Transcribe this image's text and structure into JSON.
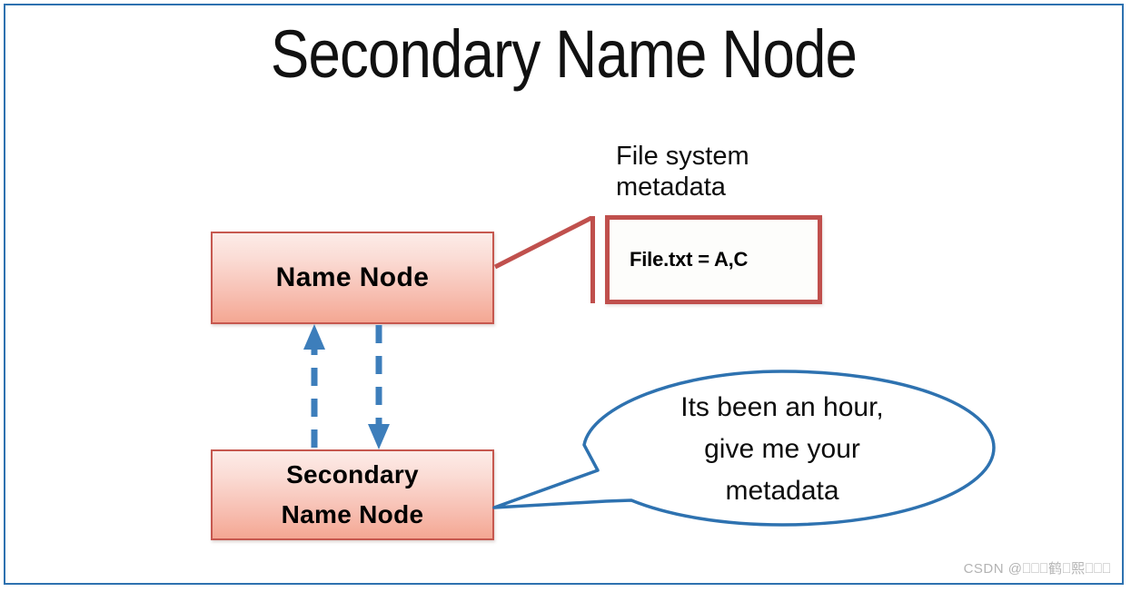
{
  "slide": {
    "title": "Secondary Name Node",
    "border_color": "#2e72b0",
    "background": "#ffffff"
  },
  "nodes": {
    "name_node": {
      "label": "Name Node",
      "fill_top": "#fcece8",
      "fill_bottom": "#f4a793",
      "border_color": "#c6584f"
    },
    "secondary_name_node": {
      "label": "Secondary\nName Node",
      "fill_top": "#fcece8",
      "fill_bottom": "#f4a793",
      "border_color": "#c6584f"
    }
  },
  "metadata": {
    "caption": "File system\nmetadata",
    "value": "File.txt = A,C",
    "box_border_color": "#c0504d",
    "box_fill": "#fdfdfb",
    "connector_color": "#c0504d"
  },
  "bubble": {
    "text": "Its been an hour,\ngive me your\nmetadata",
    "outline_color": "#2e72b0",
    "fill": "#ffffff"
  },
  "arrows": {
    "color": "#3d7ebb",
    "up_arrow_label": "secondary-to-name-node-up-arrow",
    "down_arrow_label": "name-node-to-secondary-down-arrow",
    "style": "dashed"
  },
  "watermark": {
    "text": "CSDN @⎕⎕⎕鹤⎕熙⎕⎕⎕",
    "color": "#b3b3b3"
  }
}
